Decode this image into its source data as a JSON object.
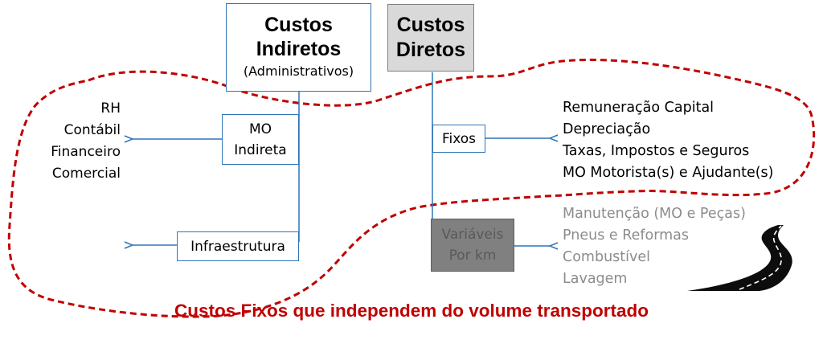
{
  "indirect": {
    "title_line1": "Custos",
    "title_line2": "Indiretos",
    "subtitle": "(Administrativos)",
    "mo": {
      "line1": "MO",
      "line2": "Indireta"
    },
    "infra": "Infraestrutura",
    "mo_items": [
      "RH",
      "Contábil",
      "Financeiro",
      "Comercial"
    ]
  },
  "direct": {
    "title_line1": "Custos",
    "title_line2": "Diretos",
    "fixos": "Fixos",
    "fixos_items": [
      "Remuneração Capital",
      "Depreciação",
      "Taxas, Impostos e Seguros",
      "MO Motorista(s) e Ajudante(s)"
    ],
    "variaveis": {
      "line1": "Variáveis",
      "line2": "Por km"
    },
    "variaveis_items": [
      "Manutenção (MO e Peças)",
      "Pneus e Reformas",
      "Combustível",
      "Lavagem"
    ]
  },
  "footer": "Custos Fixos que independem do volume transportado",
  "colors": {
    "box_border": "#2e75b6",
    "arrow": "#2e75b6",
    "dashed_region": "#c00000",
    "footer_text": "#c00000",
    "direct_title_fill": "#d9d9d9",
    "variaveis_fill": "#808080",
    "variaveis_text": "#595959",
    "variable_items_text": "#8c8c8c"
  },
  "icons": [
    "road-icon"
  ]
}
